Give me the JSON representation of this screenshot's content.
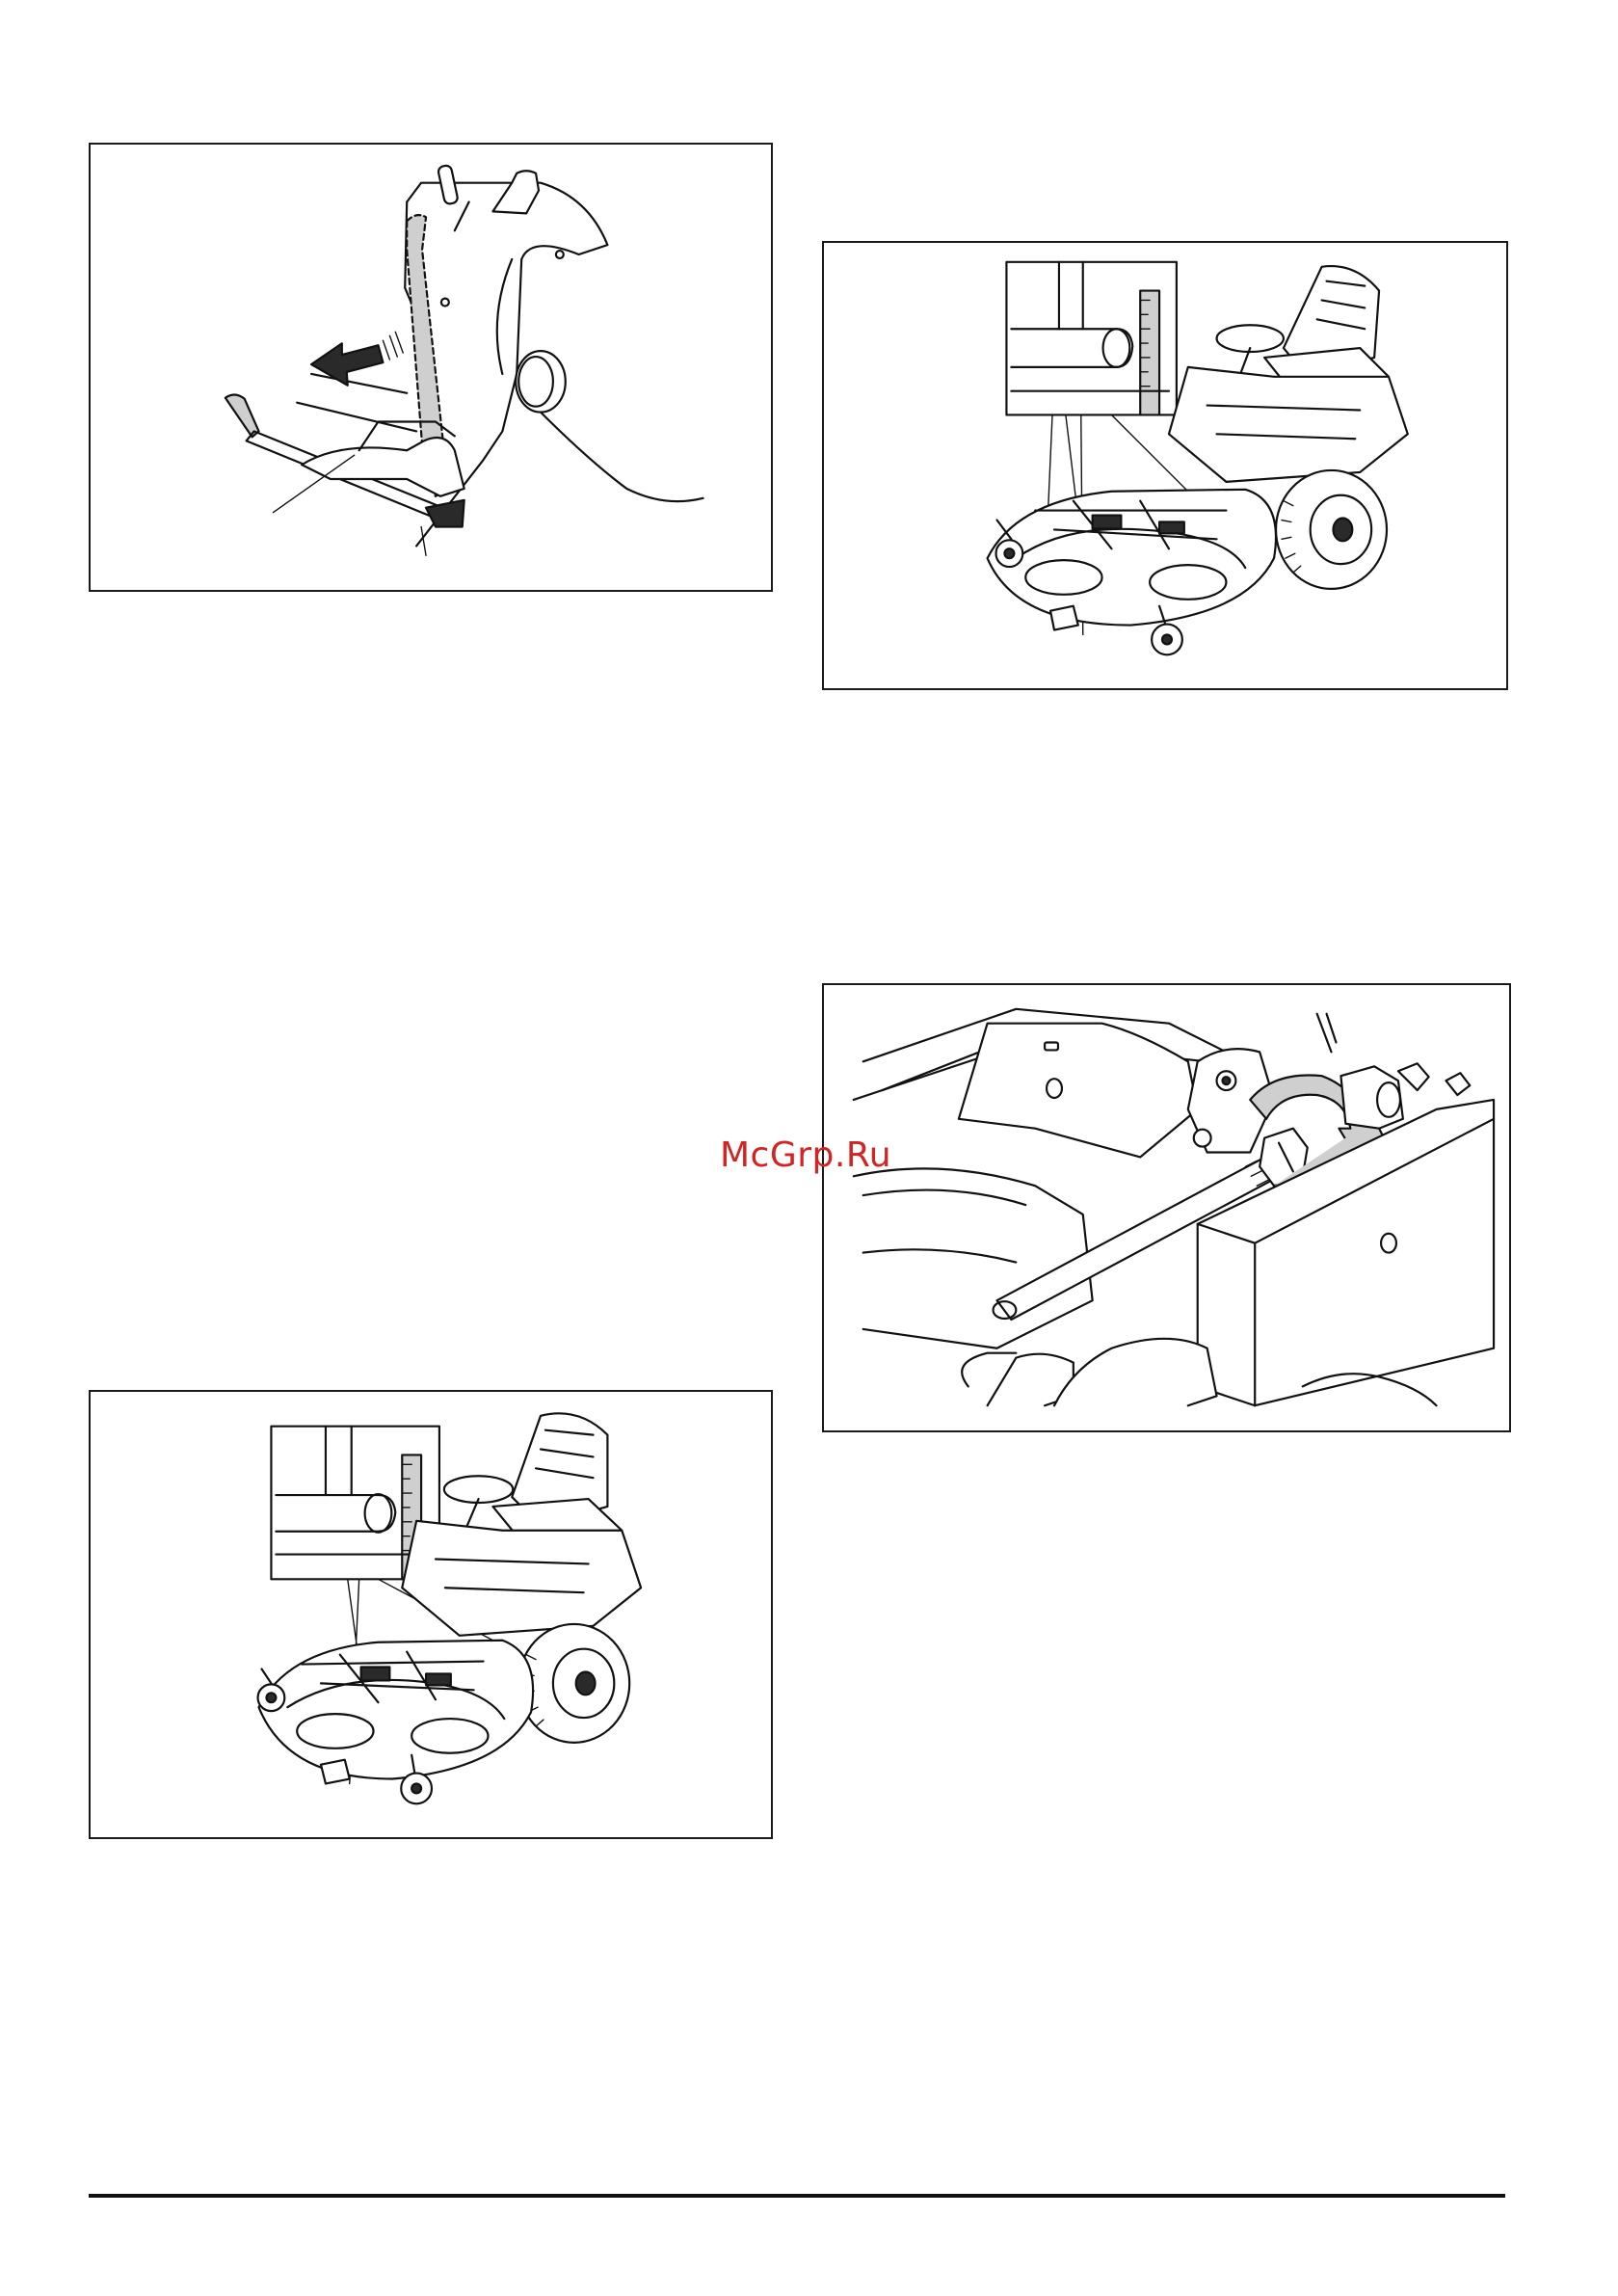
{
  "watermark": {
    "text": "McGrp.Ru",
    "color": "#d32424"
  },
  "figures": [
    {
      "id": "cutting-height-lever",
      "icon": "lever-illustration"
    },
    {
      "id": "mower-deck-measurement-top",
      "icon": "mower-illustration"
    },
    {
      "id": "adjusting-nut-rotation",
      "icon": "wrench-rotation-illustration"
    },
    {
      "id": "mower-deck-measurement-bottom",
      "icon": "mower-illustration"
    }
  ]
}
